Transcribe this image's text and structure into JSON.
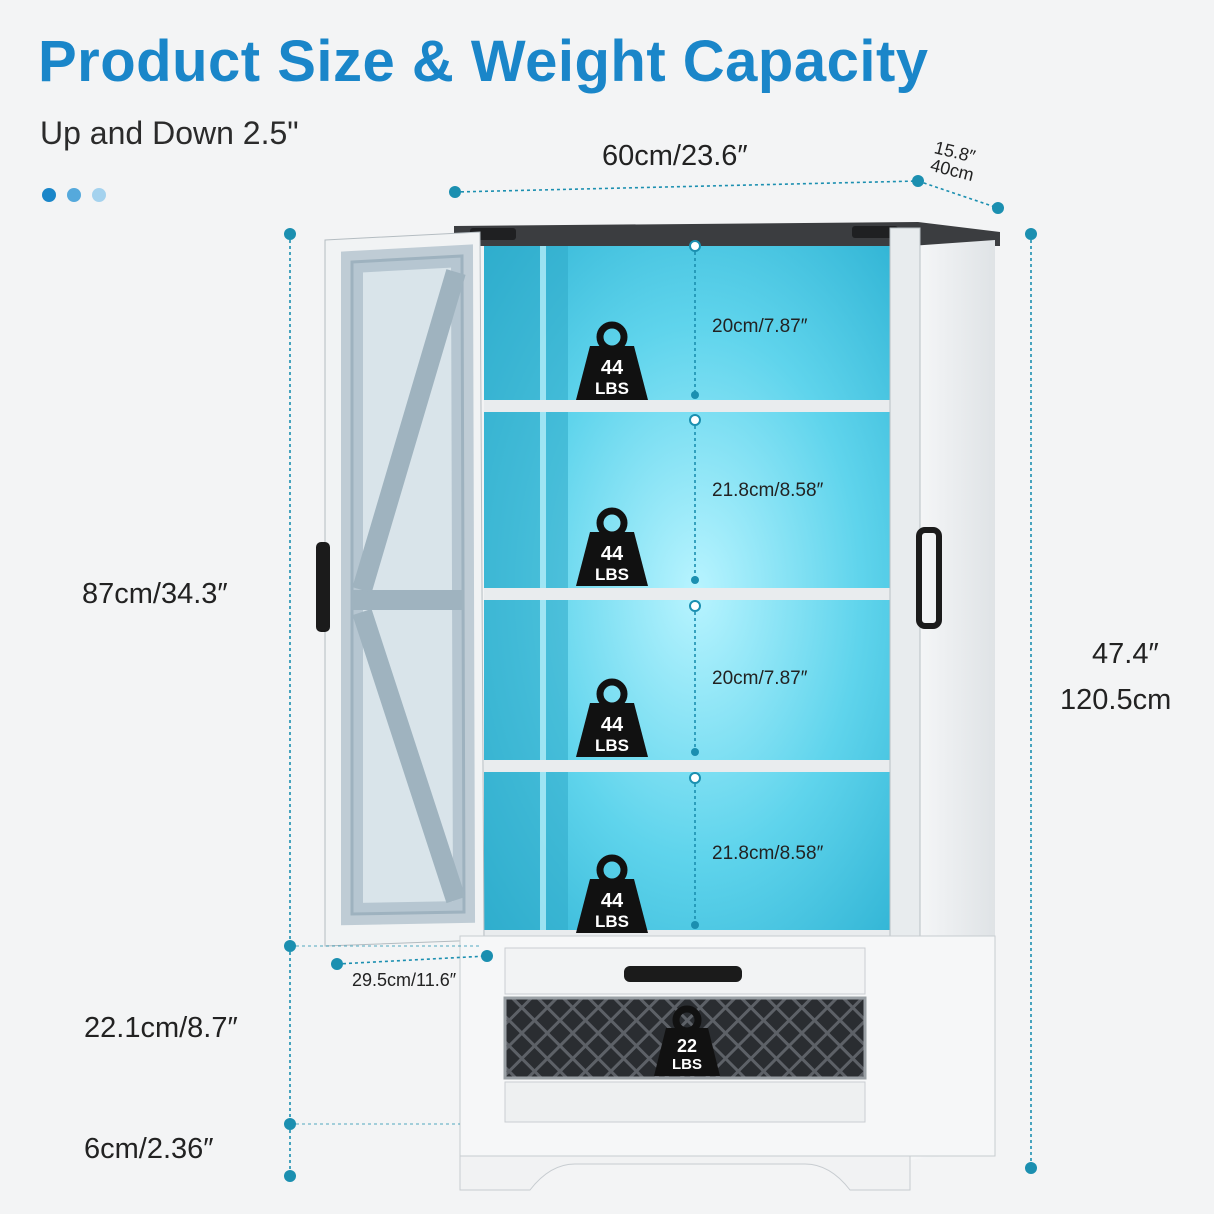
{
  "title": "Product Size & Weight Capacity",
  "subtitle": "Up and Down 2.5\"",
  "colors": {
    "accent": "#1a86c9",
    "dim_line": "#1b8fb0",
    "led": "#4fd0e8"
  },
  "dims": {
    "width": "60cm/23.6″",
    "depth_in": "15.8″",
    "depth_cm": "40cm",
    "upper_height": "87cm/34.3″",
    "total_in": "47.4″",
    "total_cm": "120.5cm",
    "lower_height": "22.1cm/8.7″",
    "foot_height": "6cm/2.36″",
    "door_width": "29.5cm/11.6″"
  },
  "shelves": [
    {
      "height": "20cm/7.87″",
      "capacity_num": "44",
      "capacity_unit": "LBS"
    },
    {
      "height": "21.8cm/8.58″",
      "capacity_num": "44",
      "capacity_unit": "LBS"
    },
    {
      "height": "20cm/7.87″",
      "capacity_num": "44",
      "capacity_unit": "LBS"
    },
    {
      "height": "21.8cm/8.58″",
      "capacity_num": "44",
      "capacity_unit": "LBS"
    }
  ],
  "drawer": {
    "capacity_num": "22",
    "capacity_unit": "LBS"
  }
}
